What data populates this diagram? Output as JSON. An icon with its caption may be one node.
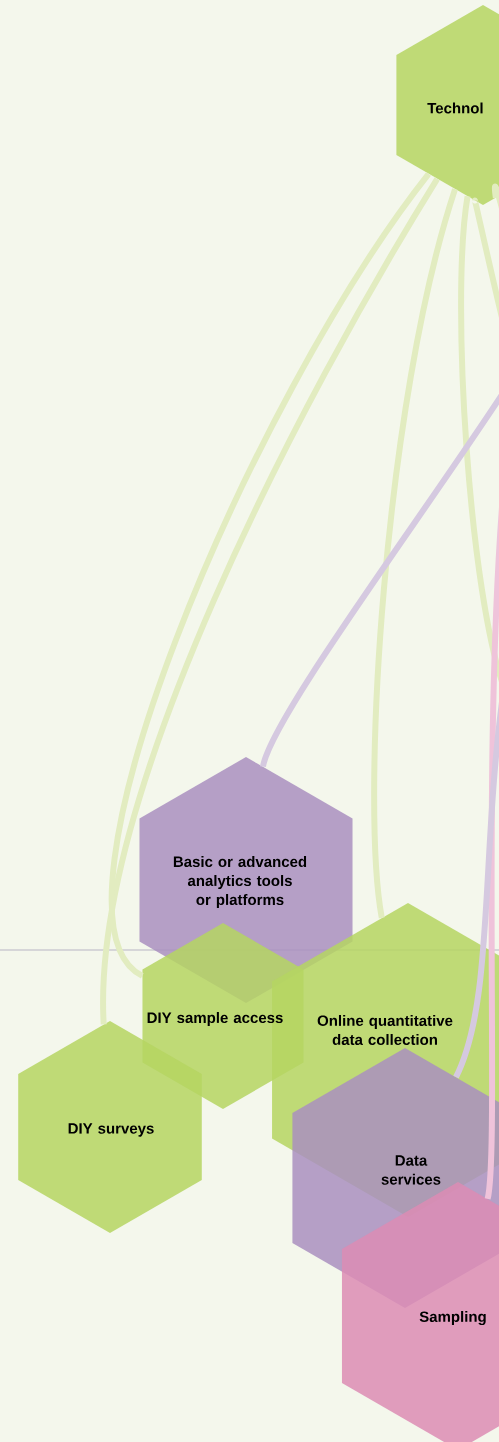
{
  "diagram": {
    "nodes": [
      {
        "text": [
          "Technol"
        ]
      },
      {
        "text": [
          "Basic or advanced analytics tools or platforms"
        ]
      },
      {
        "text": [
          "DIY sample access"
        ]
      },
      {
        "text": [
          "Online quantitative data collection"
        ]
      },
      {
        "text": [
          "DIY surveys"
        ]
      },
      {
        "text": [
          "Data services"
        ]
      },
      {
        "text": [
          "Sampling"
        ]
      }
    ],
    "edges": [
      {
        "from": 0,
        "to": 4,
        "arrow": "none"
      },
      {
        "from": 0,
        "to": 2,
        "arrow": "none"
      },
      {
        "from": 0,
        "to": 3,
        "arrow": "none"
      },
      {
        "from": 0,
        "to": null,
        "arrow": "none"
      },
      {
        "from": 0,
        "to": null,
        "arrow": "none"
      },
      {
        "from": 0,
        "to": null,
        "arrow": "none"
      },
      {
        "from": null,
        "to": 1,
        "arrow": "none",
        "color": "#d5c9e0"
      },
      {
        "from": null,
        "to": 6,
        "arrow": "none",
        "color": "#efc3da"
      },
      {
        "from": null,
        "to": 5,
        "arrow": "none",
        "color": "#d5c9e0"
      }
    ]
  }
}
